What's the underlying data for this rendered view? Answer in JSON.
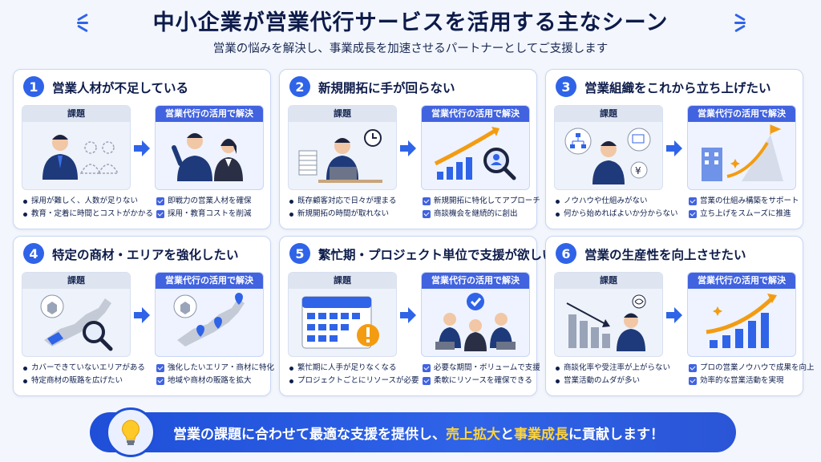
{
  "title": "中小企業が営業代行サービスを活用する主なシーン",
  "subtitle": "営業の悩みを解決し、事業成長を加速させるパートナーとしてご支援します",
  "labels": {
    "issue": "課題",
    "solution": "営業代行の活用で解決"
  },
  "cards": [
    {
      "num": "1",
      "title": "営業人材が不足している",
      "issues": [
        "採用が難しく、人数が足りない",
        "教育・定着に時間とコストがかかる"
      ],
      "solutions": [
        "即戦力の営業人材を確保",
        "採用・教育コストを削減"
      ]
    },
    {
      "num": "2",
      "title": "新規開拓に手が回らない",
      "issues": [
        "既存顧客対応で日々が埋まる",
        "新規開拓の時間が取れない"
      ],
      "solutions": [
        "新規開拓に特化してアプローチ",
        "商談機会を継続的に創出"
      ]
    },
    {
      "num": "3",
      "title": "営業組織をこれから立ち上げたい",
      "issues": [
        "ノウハウや仕組みがない",
        "何から始めればよいか分からない"
      ],
      "solutions": [
        "営業の仕組み構築をサポート",
        "立ち上げをスムーズに推進"
      ]
    },
    {
      "num": "4",
      "title": "特定の商材・エリアを強化したい",
      "issues": [
        "カバーできていないエリアがある",
        "特定商材の販路を広げたい"
      ],
      "solutions": [
        "強化したいエリア・商材に特化",
        "地域や商材の販路を拡大"
      ]
    },
    {
      "num": "5",
      "title": "繁忙期・プロジェクト単位で支援が欲しい",
      "issues": [
        "繁忙期に人手が足りなくなる",
        "プロジェクトごとにリソースが必要"
      ],
      "solutions": [
        "必要な期間・ボリュームで支援",
        "柔軟にリソースを確保できる"
      ]
    },
    {
      "num": "6",
      "title": "営業の生産性を向上させたい",
      "issues": [
        "商談化率や受注率が上がらない",
        "営業活動のムダが多い"
      ],
      "solutions": [
        "プロの営業ノウハウで成果を向上",
        "効率的な営業活動を実現"
      ]
    }
  ],
  "banner": {
    "pre": "営業の課題に合わせて最適な支援を提供し、",
    "hl1": "売上拡大",
    "mid": "と",
    "hl2": "事業成長",
    "post": "に貢献します！"
  },
  "colors": {
    "primary": "#2f63e8",
    "accent": "#f39c12",
    "highlight": "#ffd43b"
  }
}
